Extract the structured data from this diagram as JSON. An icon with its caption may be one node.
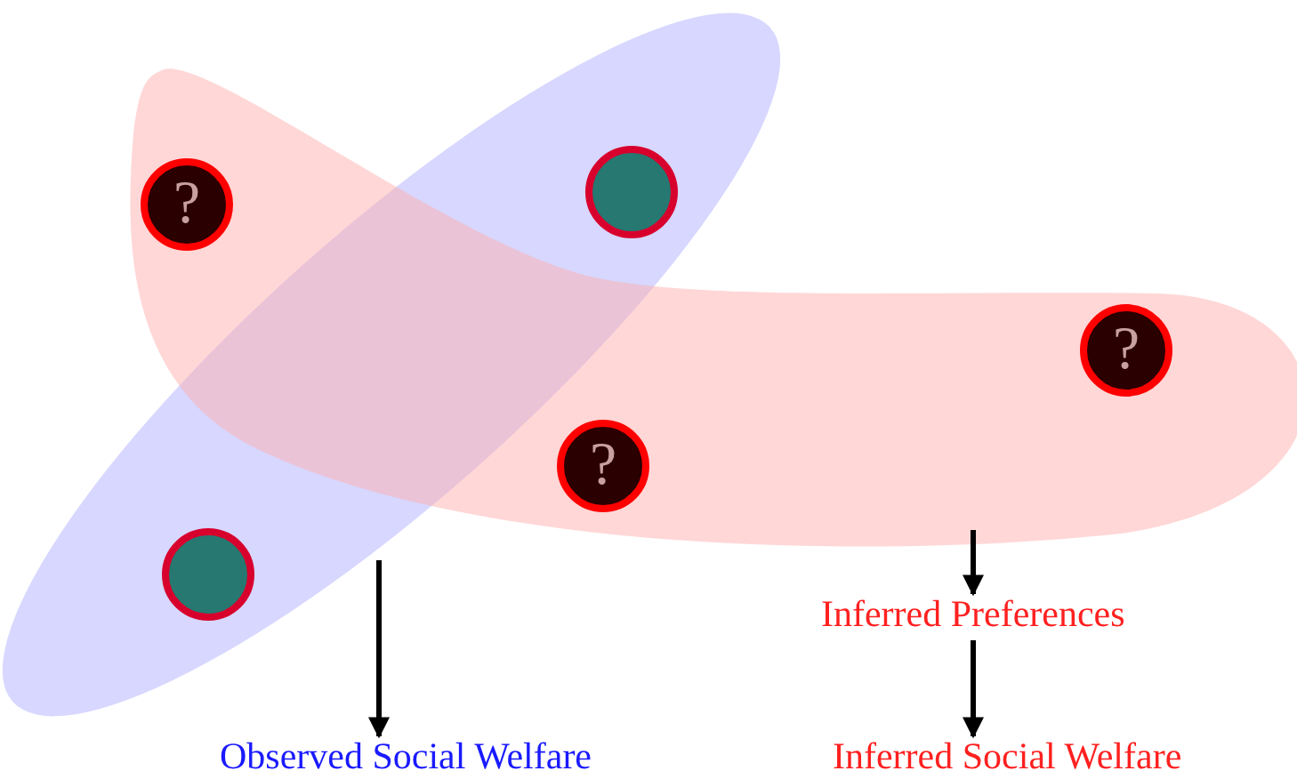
{
  "diagram": {
    "nodes": [
      {
        "text": [],
        "shape": "ellipse"
      },
      {
        "text": [],
        "shape": "blob"
      },
      {
        "text": [
          "?"
        ],
        "in": 1
      },
      {
        "text": [],
        "shape": "circle",
        "in": 0
      },
      {
        "text": [
          "?"
        ],
        "in": 1
      },
      {
        "text": [
          "?"
        ],
        "in": 1
      },
      {
        "text": [],
        "shape": "circle",
        "in": 0
      },
      {
        "text": [
          "Inferred Preferences"
        ]
      },
      {
        "text": [
          "Observed Social Welfare"
        ]
      },
      {
        "text": [
          "Inferred Social Welfare"
        ]
      }
    ],
    "edges": [
      {
        "from": 0,
        "to": 8,
        "arrow": "to"
      },
      {
        "from": 1,
        "to": 7,
        "arrow": "to"
      },
      {
        "from": 7,
        "to": 9,
        "arrow": "to"
      }
    ]
  }
}
